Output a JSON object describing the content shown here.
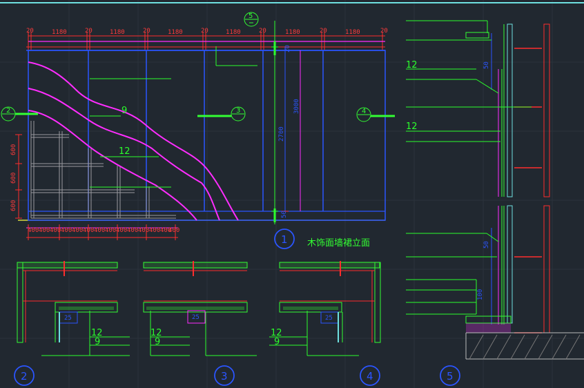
{
  "drawing": {
    "title": "木饰面墙裙立面",
    "main_view_number": "1",
    "section_numbers": [
      "2",
      "3",
      "4",
      "5"
    ],
    "elevation_dims_top": [
      "20",
      "1180",
      "20",
      "1180",
      "20",
      "1180",
      "20",
      "1180",
      "20",
      "1180",
      "20",
      "1180",
      "20"
    ],
    "elevation_dims_bottom": [
      "400",
      "400",
      "400",
      "400",
      "400",
      "400",
      "400",
      "400",
      "400",
      "400",
      "400",
      "400",
      "400",
      "400"
    ],
    "left_vertical_dims": [
      "600",
      "600",
      "600"
    ],
    "height_dims": [
      "2700",
      "3000",
      "20",
      "50"
    ],
    "section_callouts": {
      "section_mark_top": "5",
      "section_mark_left": "2",
      "section_mark_mid": "3",
      "section_mark_right": "4"
    },
    "material_codes": {
      "code_a": "9",
      "code_b": "12"
    },
    "detail_dims": {
      "section_2": "25",
      "section_3": "25",
      "section_4": "25",
      "section_5a": "50",
      "section_5b": "50",
      "section_5c": "100"
    }
  }
}
